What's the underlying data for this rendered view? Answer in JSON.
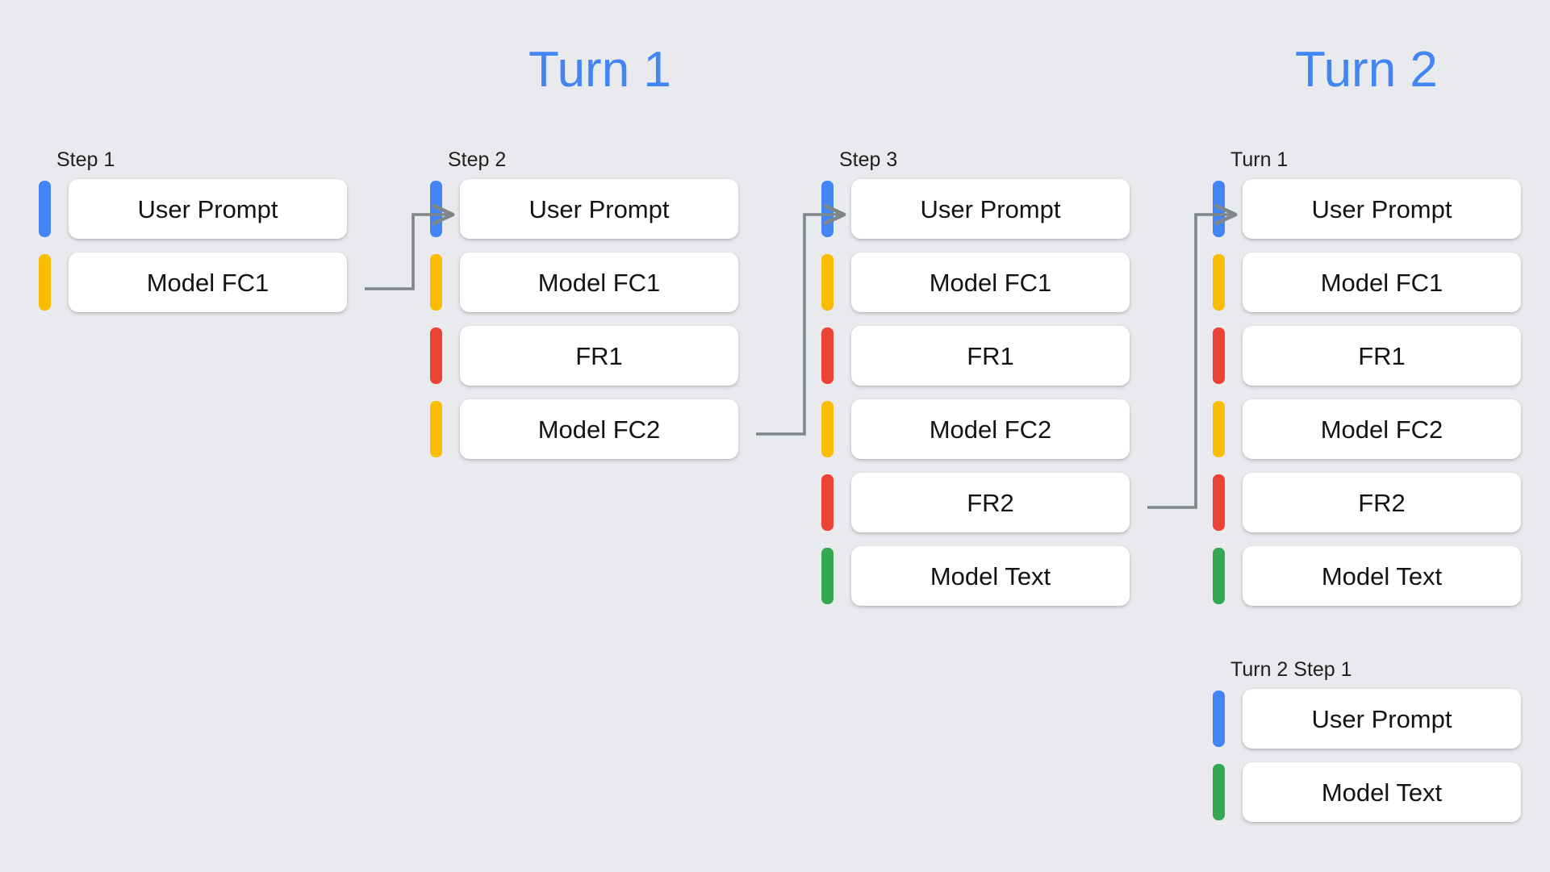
{
  "background_color": "#e8eaed",
  "palette": {
    "blue": "#4285f4",
    "yellow": "#fbbc04",
    "red": "#ea4335",
    "green": "#34a853",
    "card_background": "#ffffff",
    "text": "#131313",
    "connector": "#80868b"
  },
  "titles": [
    {
      "text": "Turn 1",
      "color": "#4285f4"
    },
    {
      "text": "Turn 2",
      "color": "#4285f4"
    }
  ],
  "columns": [
    {
      "label": "Step 1",
      "rows": [
        {
          "label": "User Prompt",
          "color": "blue"
        },
        {
          "label": "Model FC1",
          "color": "yellow"
        }
      ]
    },
    {
      "label": "Step 2",
      "rows": [
        {
          "label": "User Prompt",
          "color": "blue"
        },
        {
          "label": "Model FC1",
          "color": "yellow"
        },
        {
          "label": "FR1",
          "color": "red"
        },
        {
          "label": "Model FC2",
          "color": "yellow"
        }
      ]
    },
    {
      "label": "Step 3",
      "rows": [
        {
          "label": "User Prompt",
          "color": "blue"
        },
        {
          "label": "Model FC1",
          "color": "yellow"
        },
        {
          "label": "FR1",
          "color": "red"
        },
        {
          "label": "Model FC2",
          "color": "yellow"
        },
        {
          "label": "FR2",
          "color": "red"
        },
        {
          "label": "Model Text",
          "color": "green"
        }
      ]
    },
    {
      "label": "Turn 1",
      "rows": [
        {
          "label": "User Prompt",
          "color": "blue"
        },
        {
          "label": "Model FC1",
          "color": "yellow"
        },
        {
          "label": "FR1",
          "color": "red"
        },
        {
          "label": "Model FC2",
          "color": "yellow"
        },
        {
          "label": "FR2",
          "color": "red"
        },
        {
          "label": "Model Text",
          "color": "green"
        }
      ]
    },
    {
      "label": "Turn 2 Step 1",
      "rows": [
        {
          "label": "User Prompt",
          "color": "blue"
        },
        {
          "label": "Model Text",
          "color": "green"
        }
      ]
    }
  ],
  "connectors": [
    {
      "from": "Step 1 / Model FC1",
      "to": "Step 2 / User Prompt"
    },
    {
      "from": "Step 2 / Model FC2",
      "to": "Step 3 / User Prompt"
    },
    {
      "from": "Step 3 / FR2",
      "to": "Turn 1 / User Prompt"
    }
  ]
}
